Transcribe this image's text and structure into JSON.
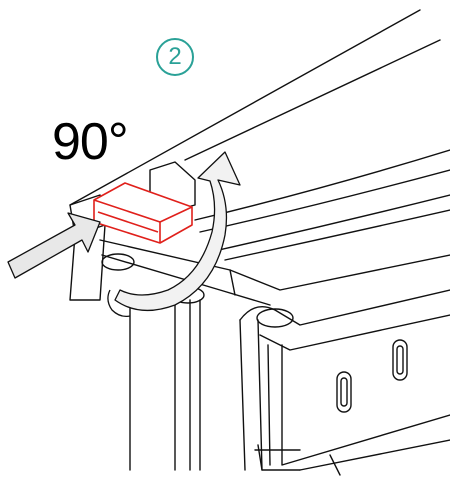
{
  "step": {
    "number": "2"
  },
  "rotation": {
    "label": "90°"
  },
  "colors": {
    "accent": "#2aa197",
    "highlight": "#e0201b",
    "ink": "#111111",
    "arrow_fill": "#e8e8e8"
  },
  "icons": {
    "rotate_arrow": "curved-rotation-arrow",
    "push_arrow": "insertion-arrow"
  }
}
